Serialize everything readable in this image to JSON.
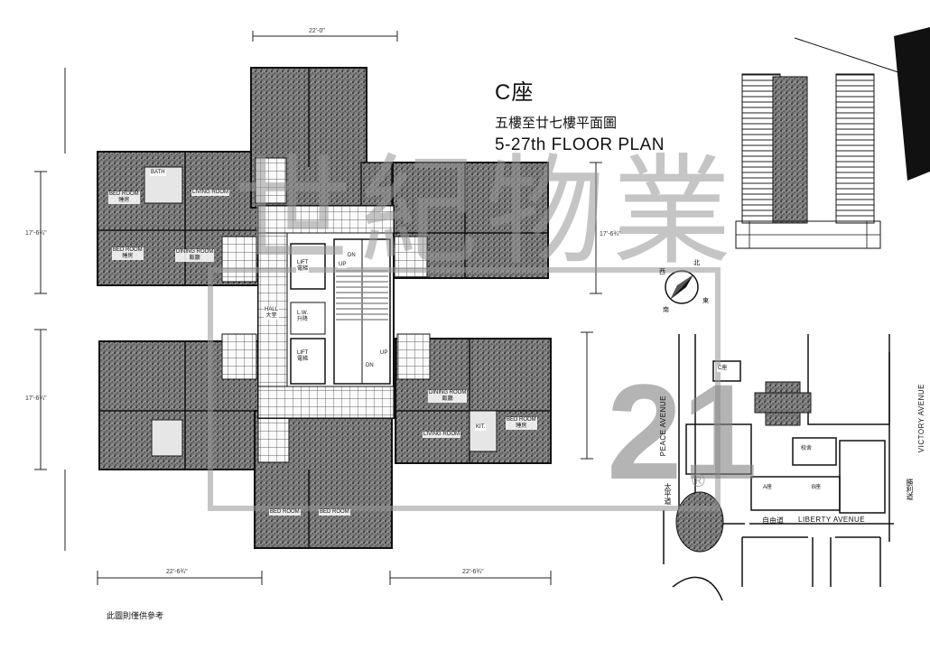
{
  "title": {
    "block": "C座",
    "floors_zh": "五樓至廿七樓平面圖",
    "floors_en": "5-27th FLOOR PLAN"
  },
  "watermark": {
    "chinese": "世紀物業",
    "number": "21",
    "registered": "®"
  },
  "room_labels": {
    "bed_room": "BED ROOM",
    "bed_room_zh": "睡房",
    "living_room": "LIVING ROOM",
    "dining_room": "DINING ROOM",
    "dining_room_zh": "飯廳",
    "bath": "BATH",
    "kitchen": "KIT.",
    "lift": "LIFT",
    "lift_zh": "電梯",
    "hall": "HALL",
    "hall_zh": "大堂",
    "lift_lobby": "L.W.",
    "lift_lobby_zh": "升降",
    "up": "UP",
    "dn": "DN"
  },
  "site_plan": {
    "block_c": "C座",
    "block_a": "A座",
    "block_b": "B座",
    "school": "校舍",
    "peace_avenue": "PEACE AVENUE",
    "peace_avenue_zh": "太平道",
    "victory_avenue": "VICTORY AVENUE",
    "victory_avenue_zh": "勝利道",
    "liberty_avenue": "LIBERTY AVENUE",
    "liberty_avenue_zh": "自由道"
  },
  "dimensions": {
    "top": "22'-0\"",
    "bottom_left": "22'-6¾\"",
    "bottom_right": "22'-6¾\"",
    "left_upper": "17'-6¾\"",
    "left_lower": "17'-6¾\"",
    "right": "17'-6¾\""
  },
  "compass": {
    "north_zh": "北",
    "east_zh": "東",
    "south_zh": "南",
    "west_zh": "西"
  },
  "footer": {
    "note_zh": "此圖則僅供參考"
  },
  "colors": {
    "ink": "#1a1a1a",
    "hatch": "#555555",
    "watermark": "#969696"
  }
}
